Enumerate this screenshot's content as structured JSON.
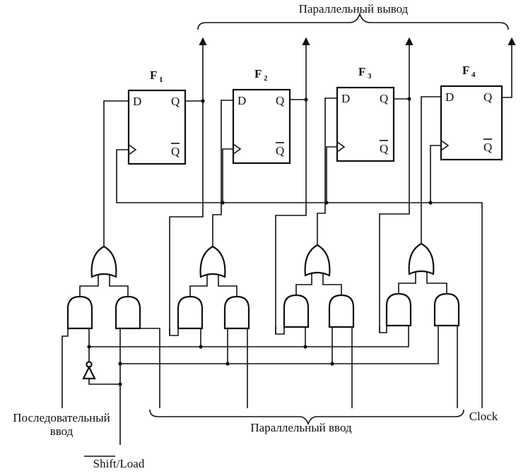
{
  "labels": {
    "parallel_output": "Параллельный вывод",
    "parallel_input": "Параллельный ввод",
    "serial_input_line1": "Последовательный",
    "serial_input_line2": "ввод",
    "clock": "Clock",
    "shift": "Shift",
    "load": "/Load"
  },
  "flip_flops": [
    {
      "name": "F",
      "index": "1"
    },
    {
      "name": "F",
      "index": "2"
    },
    {
      "name": "F",
      "index": "3"
    },
    {
      "name": "F",
      "index": "4"
    }
  ],
  "pins": {
    "d": "D",
    "q": "Q"
  }
}
